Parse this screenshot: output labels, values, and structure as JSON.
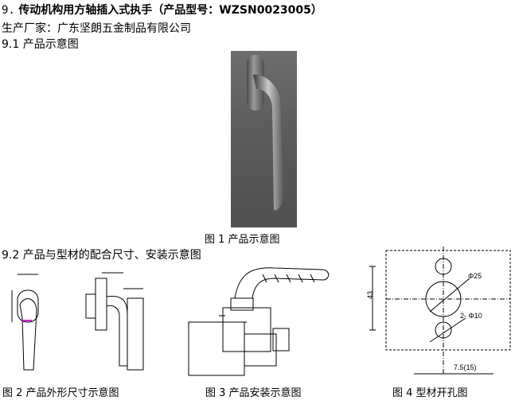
{
  "doc": {
    "heading_num": "9.",
    "heading_text": "传动机构用方轴插入式执手",
    "heading_model": "（产品型号：WZSN0023005）",
    "manufacturer": "生产厂家：广东坚朗五金制品有限公司",
    "section1": "9.1 产品示意图",
    "section2": "9.2 产品与型材的配合尺寸、安装示意图"
  },
  "figures": {
    "fig1_caption": "图 1    产品示意图",
    "fig2_caption": "图 2  产品外形尺寸示意图",
    "fig3_caption": "图 3 产品安装示意图",
    "fig4_caption": "图 4 型材开孔图"
  },
  "dims": {
    "d25": "Φ25",
    "d10": "2- Φ10",
    "h43": "43",
    "w75": "7.5(15)"
  }
}
